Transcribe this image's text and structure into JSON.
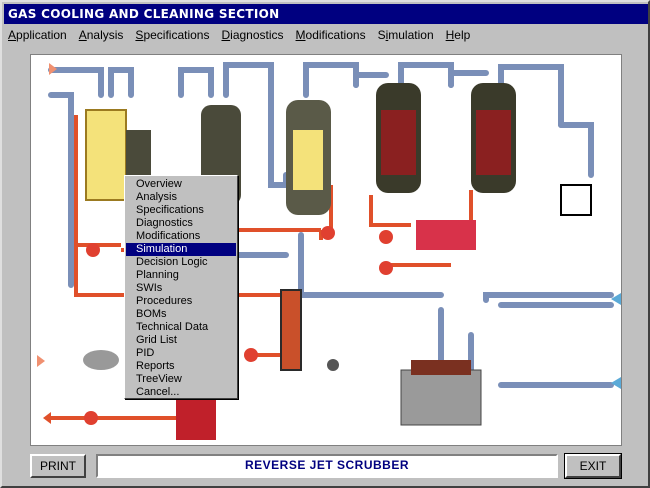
{
  "window": {
    "title": "GAS COOLING AND CLEANING SECTION"
  },
  "menubar": {
    "items": [
      {
        "label": "Application",
        "accel": "A"
      },
      {
        "label": "Analysis",
        "accel": "A"
      },
      {
        "label": "Specifications",
        "accel": "S"
      },
      {
        "label": "Diagnostics",
        "accel": "D"
      },
      {
        "label": "Modifications",
        "accel": "M"
      },
      {
        "label": "Simulation",
        "accel": "i"
      },
      {
        "label": "Help",
        "accel": "H"
      }
    ]
  },
  "context_menu": {
    "selected_index": 5,
    "items": [
      "Overview",
      "Analysis",
      "Specifications",
      "Diagnostics",
      "Modifications",
      "Simulation",
      "Decision Logic",
      "Planning",
      "SWIs",
      "Procedures",
      "BOMs",
      "Technical Data",
      "Grid List",
      "PID",
      "Reports",
      "TreeView",
      "Cancel..."
    ]
  },
  "bottombar": {
    "print_label": "PRINT",
    "status_text": "REVERSE JET SCRUBBER",
    "exit_label": "EXIT"
  },
  "colors": {
    "pipe_blue": "#7a8fb8",
    "pipe_red": "#e0502a",
    "vessel_yellow": "#f4e27a",
    "vessel_dark": "#4a4a3a",
    "title_blue": "#000080"
  },
  "icons": {
    "inlet": "triangle-arrow-right-icon",
    "outlet": "triangle-arrow-left-icon",
    "pump": "circle-pump-icon"
  }
}
